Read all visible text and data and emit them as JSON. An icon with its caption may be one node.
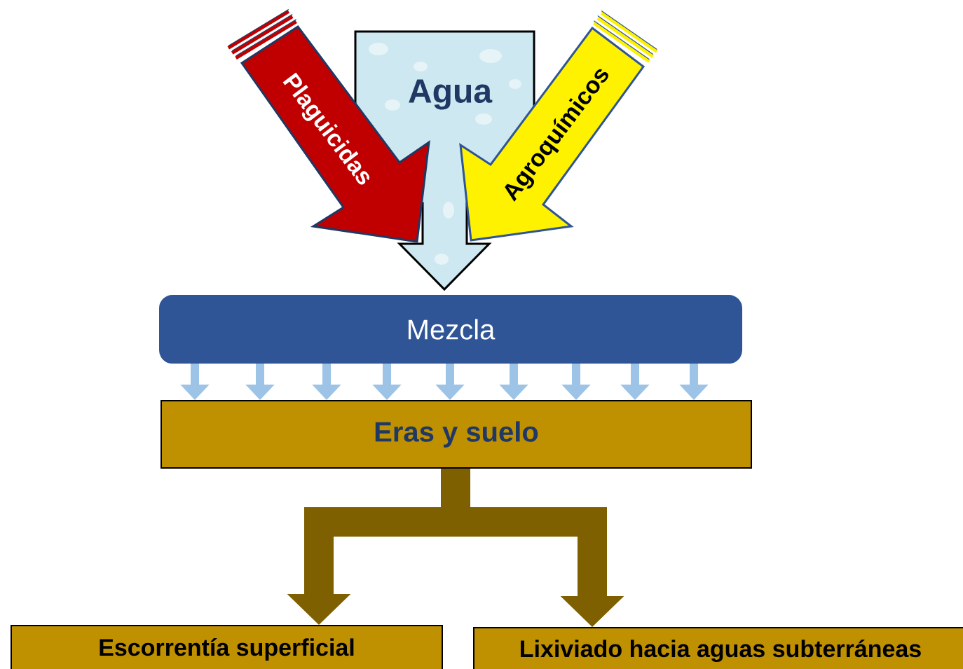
{
  "diagram": {
    "nodes": [
      {
        "text": [
          "Agua"
        ]
      },
      {
        "text": [
          "Plaguicidas"
        ]
      },
      {
        "text": [
          "Agroquímicos"
        ]
      },
      {
        "text": [
          "Mezcla"
        ]
      },
      {
        "text": [
          "Eras y suelo"
        ]
      },
      {
        "text": [
          "Escorrentía superficial"
        ]
      },
      {
        "text": [
          "Lixiviado hacia aguas subterráneas"
        ]
      }
    ],
    "edges": [
      {
        "from": 3,
        "to": 4,
        "arrow": "to"
      },
      {
        "from": 3,
        "to": 4,
        "arrow": "to"
      },
      {
        "from": 3,
        "to": 4,
        "arrow": "to"
      },
      {
        "from": 3,
        "to": 4,
        "arrow": "to"
      },
      {
        "from": 3,
        "to": 4,
        "arrow": "to"
      },
      {
        "from": 3,
        "to": 4,
        "arrow": "to"
      },
      {
        "from": 3,
        "to": 4,
        "arrow": "to"
      },
      {
        "from": 3,
        "to": 4,
        "arrow": "to"
      },
      {
        "from": 3,
        "to": 4,
        "arrow": "to"
      },
      {
        "from": 4,
        "to": 5,
        "arrow": "to",
        "style": "thick",
        "color": "#7f6000"
      },
      {
        "from": 4,
        "to": 6,
        "arrow": "to",
        "style": "thick",
        "color": "#7f6000"
      }
    ]
  }
}
